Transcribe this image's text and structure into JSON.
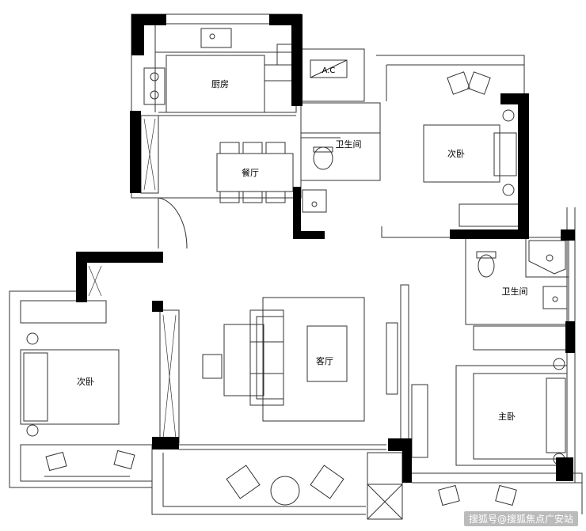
{
  "rooms": {
    "kitchen": "厨房",
    "dining": "餐厅",
    "bath_top": "卫生间",
    "bedroom_ne": "次卧",
    "bath_right": "卫生间",
    "living": "客厅",
    "bedroom_w": "次卧",
    "master": "主卧"
  },
  "ac_label": "A.C",
  "watermark": "搜狐号@搜狐焦点广安站"
}
